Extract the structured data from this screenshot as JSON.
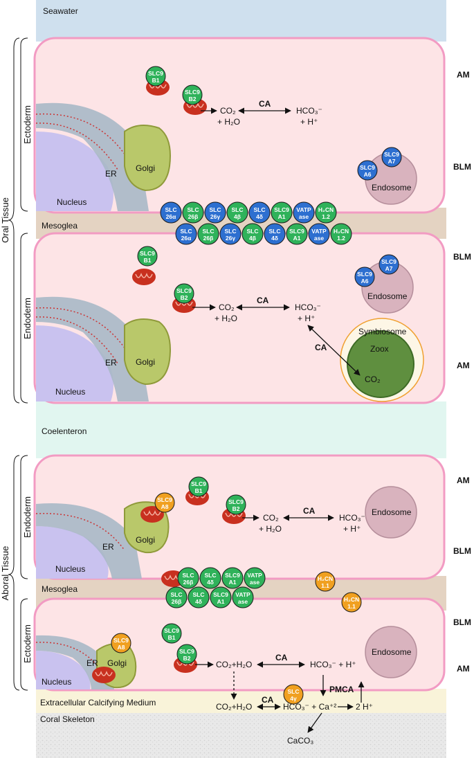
{
  "colors": {
    "seawater": "#cfe0ee",
    "mesoglea": "#e4d3c2",
    "coelenteron": "#e1f6f0",
    "calcifying_medium": "#f9f3d9",
    "skeleton": "#e8e8e8",
    "cell_fill": "#fde4e6",
    "cell_border": "#f29bc3",
    "nucleus": "#c9c2ef",
    "er": "#a9b8c6",
    "golgi": "#b9c86a",
    "endosome": "#d9b3be",
    "zoox": "#5f8f3f",
    "protein_green": "#2fb25a",
    "protein_blue": "#2d6fd0",
    "protein_orange": "#f0a020",
    "mito": "#c8301f"
  },
  "regions": {
    "seawater": "Seawater",
    "mesoglea_top": "Mesoglea",
    "coelenteron": "Coelenteron",
    "mesoglea_bottom": "Mesoglea",
    "ecm": "Extracellular Calcifying Medium",
    "skeleton": "Coral Skeleton"
  },
  "tissues": {
    "oral": "Oral Tissue",
    "aboral": "Aboral Tissue"
  },
  "layers": {
    "ectoderm_oral": "Ectoderm",
    "endoderm_oral": "Endoderm",
    "endoderm_aboral": "Endoderm",
    "ectoderm_aboral": "Ectoderm"
  },
  "membranes": {
    "am": "AM",
    "blm": "BLM"
  },
  "organelles": {
    "nucleus": "Nucleus",
    "er": "ER",
    "golgi": "Golgi",
    "endosome": "Endosome",
    "symbiosome": "Symbiosome",
    "zoox": "Zoox"
  },
  "reaction": {
    "ca": "CA",
    "co2": "CO₂",
    "h2o": "+ H₂O",
    "hco3": "HCO₃⁻",
    "h": "+ H⁺",
    "co2_h2o": "CO₂+H₂O",
    "hco3_h": "HCO₃⁻ + H⁺",
    "hco3_ca": "HCO₃⁻ + Ca⁺²",
    "two_h": "2 H⁺",
    "pmca": "PMCA",
    "caco3": "CaCO₃"
  },
  "proteins": {
    "slc9b1": [
      "SLC9",
      "B1"
    ],
    "slc9b2": [
      "SLC9",
      "B2"
    ],
    "slc9a6": [
      "SLC9",
      "A6"
    ],
    "slc9a7": [
      "SLC9",
      "A7"
    ],
    "slc9a8": [
      "SLC9",
      "A8"
    ],
    "slc4y": [
      "SLC",
      "4γ"
    ],
    "h2cn11": [
      "H₂CN",
      "1.1"
    ],
    "row_oral": [
      [
        "SLC",
        "26α"
      ],
      [
        "SLC",
        "26β"
      ],
      [
        "SLC",
        "26γ"
      ],
      [
        "SLC",
        "4β"
      ],
      [
        "SLC",
        "4δ"
      ],
      [
        "SLC9",
        "A1"
      ],
      [
        "VATP",
        "ase"
      ],
      [
        "H₂CN",
        "1.2"
      ]
    ],
    "row_aboral": [
      [
        "SLC",
        "26β"
      ],
      [
        "SLC",
        "4δ"
      ],
      [
        "SLC9",
        "A1"
      ],
      [
        "VATP",
        "ase"
      ]
    ]
  }
}
